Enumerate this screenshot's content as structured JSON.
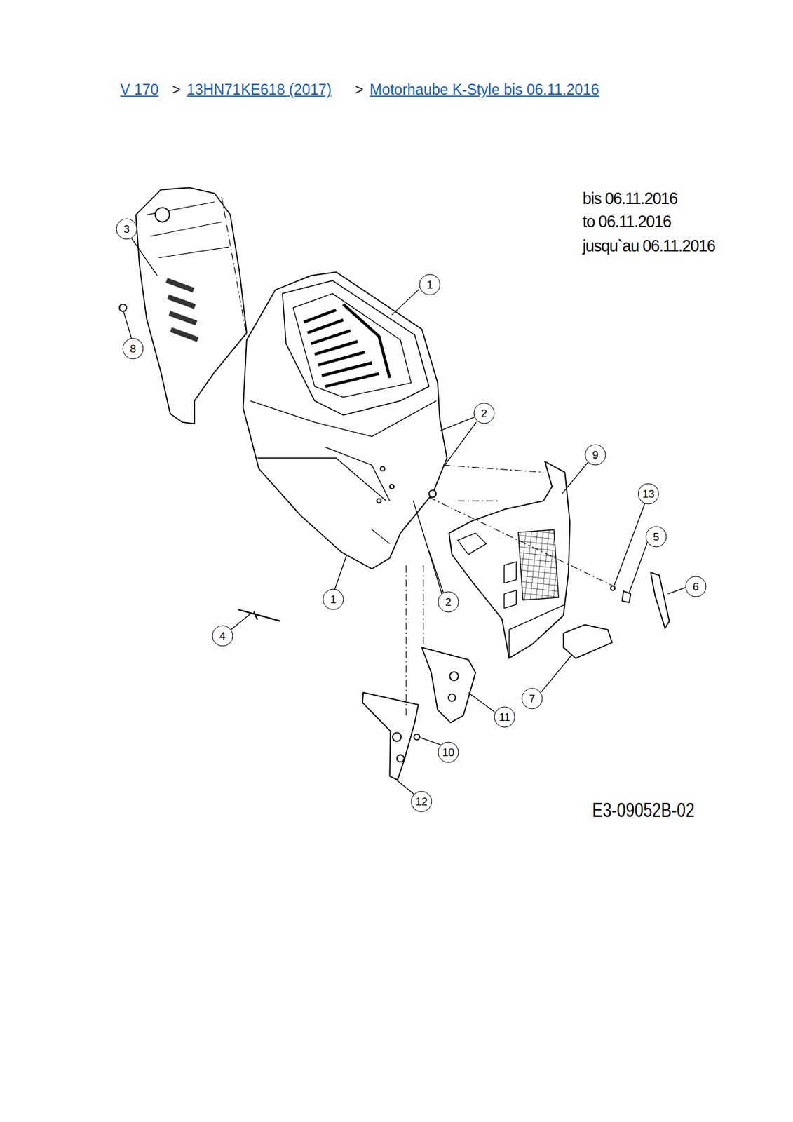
{
  "diagram": {
    "labels": [
      "V 170",
      ">",
      "13HN71KE618 (2017)",
      ">",
      "Motorhaube K-Style bis 06.11.2016",
      "bis 06.11.2016",
      "to 06.11.2016",
      "jusqu`au 06.11.2016",
      "3",
      "1",
      "8",
      "2",
      "9",
      "13",
      "5",
      "6",
      "2",
      "1",
      "4",
      "7",
      "11",
      "10",
      "12",
      "E3-09052B-02"
    ]
  }
}
